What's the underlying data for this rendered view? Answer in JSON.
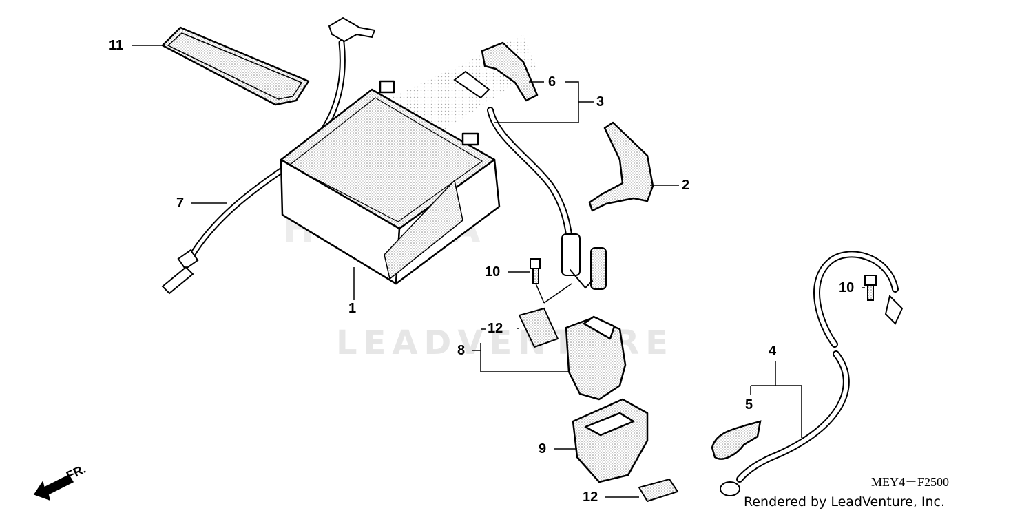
{
  "diagram": {
    "callouts": {
      "c1": "1",
      "c2": "2",
      "c3": "3",
      "c4": "4",
      "c5": "5",
      "c6": "6",
      "c7": "7",
      "c8": "8",
      "c9": "9",
      "c10a": "10",
      "c10b": "10",
      "c11": "11",
      "c12a": "12",
      "c12b": "12"
    },
    "diagram_code": "MEY4－F2500",
    "credit": "Rendered by LeadVenture, Inc.",
    "watermark_brand": "LEADVENTURE",
    "watermark_logo": "HONDA",
    "direction_label": "FR.",
    "colors": {
      "line": "#000000",
      "stipple": "#8a8a8a",
      "watermark": "#e6e6e6"
    },
    "icons": {
      "direction": "arrow-left-icon"
    }
  }
}
